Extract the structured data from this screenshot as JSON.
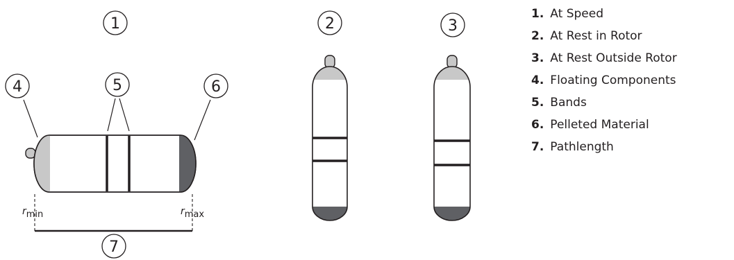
{
  "callouts": {
    "c1": "1",
    "c2": "2",
    "c3": "3",
    "c4": "4",
    "c5": "5",
    "c6": "6",
    "c7": "7"
  },
  "axis_labels": {
    "rmin_base": "r",
    "rmin_sub": "min",
    "rmax_base": "r",
    "rmax_sub": "max"
  },
  "legend": [
    {
      "num": "1.",
      "text": "At Speed"
    },
    {
      "num": "2.",
      "text": "At Rest in Rotor"
    },
    {
      "num": "3.",
      "text": "At Rest Outside Rotor"
    },
    {
      "num": "4.",
      "text": "Floating Components"
    },
    {
      "num": "5.",
      "text": "Bands"
    },
    {
      "num": "6.",
      "text": "Pelleted Material"
    },
    {
      "num": "7.",
      "text": "Pathlength"
    }
  ],
  "colors": {
    "floating": "#c8c8c8",
    "pellet": "#5f6064",
    "line": "#231f20"
  }
}
